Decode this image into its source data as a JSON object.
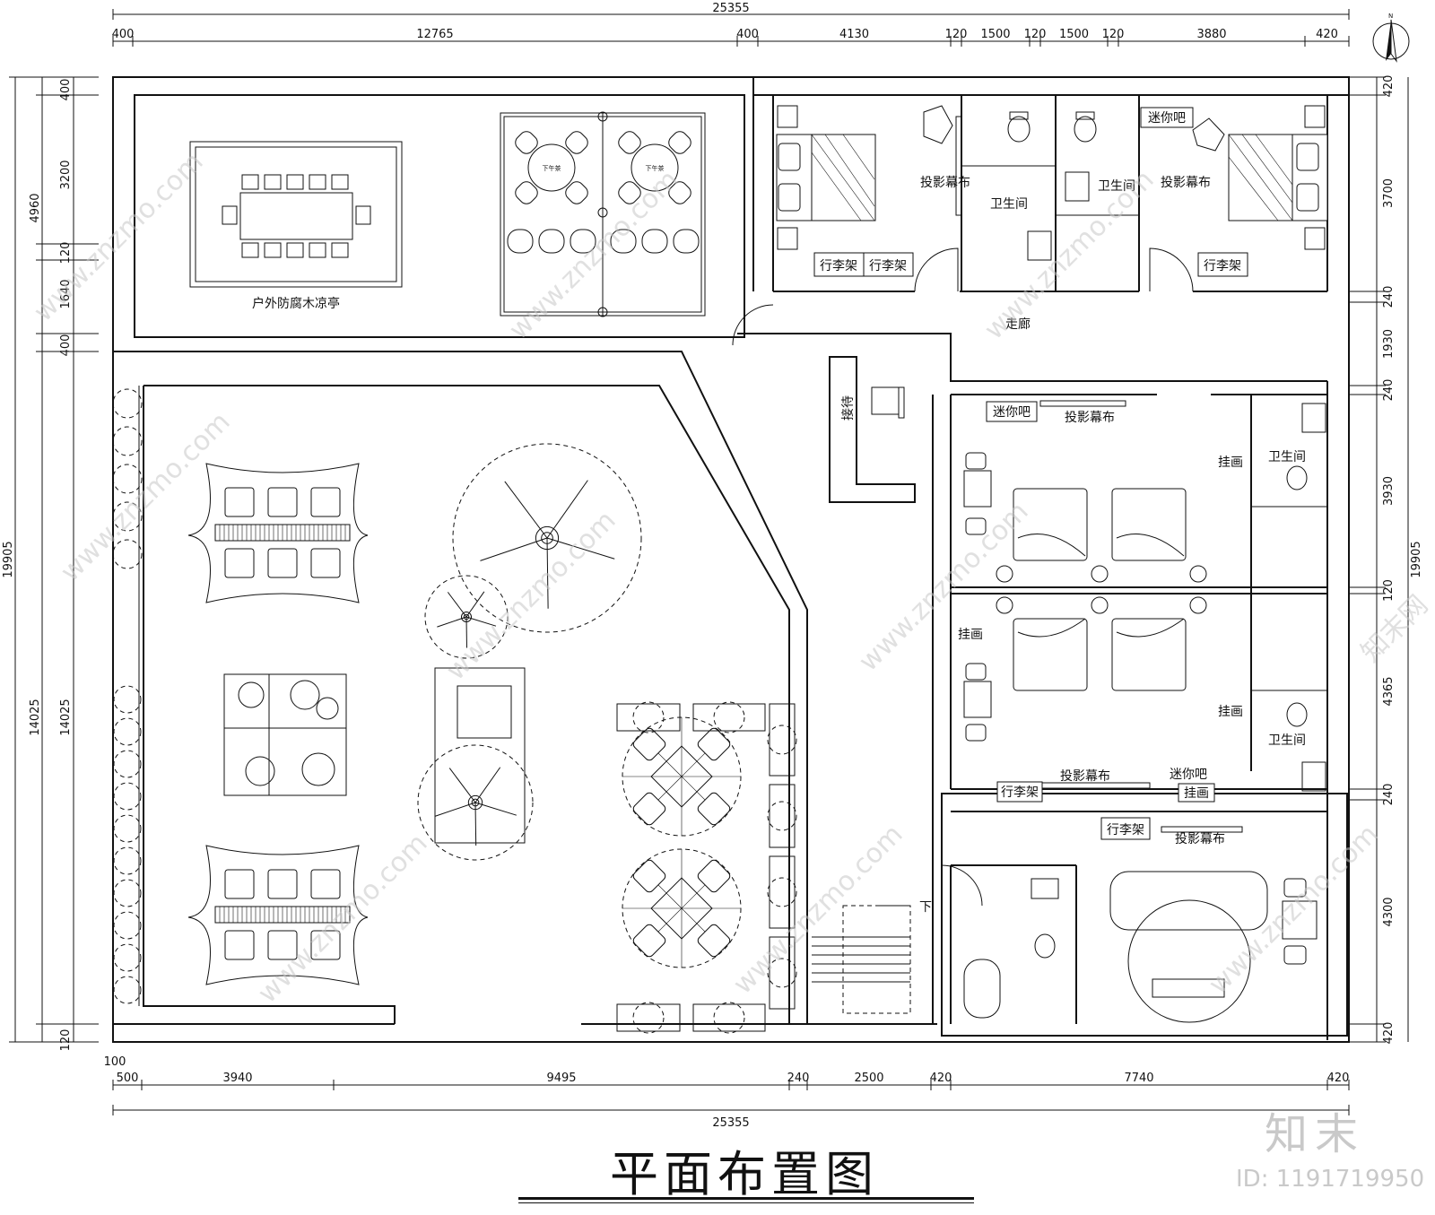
{
  "title": "平面布置图",
  "dimensions": {
    "top_total": "25355",
    "top_segments": [
      "400",
      "12765",
      "400",
      "4130",
      "120",
      "1500",
      "120",
      "1500",
      "120",
      "3880",
      "420"
    ],
    "bottom_total": "25355",
    "bottom_segments": [
      "500",
      "3940",
      "9495",
      "240",
      "2500",
      "420",
      "7740",
      "420"
    ],
    "bottom_offset": "100",
    "left_total": "19905",
    "left_outer": [
      "4960",
      "14025"
    ],
    "left_inner": [
      "400",
      "3200",
      "120",
      "1640",
      "400",
      "14025",
      "120"
    ],
    "right_total": "19905",
    "right_segments": [
      "420",
      "3700",
      "240",
      "1930",
      "240",
      "3930",
      "120",
      "4365",
      "240",
      "4300",
      "420"
    ]
  },
  "labels": {
    "pavilion": "户外防腐木凉亭",
    "afternoon_tea": "下午茶",
    "projection_screen": "投影幕布",
    "bathroom": "卫生间",
    "mini_bar": "迷你吧",
    "luggage_rack": "行李架",
    "corridor": "走廊",
    "reception": "接待",
    "painting": "挂画",
    "down": "下"
  },
  "watermark": {
    "site": "www.znzmo.com",
    "brand": "知末网",
    "logo": "知末",
    "id": "ID: 1191719950"
  }
}
